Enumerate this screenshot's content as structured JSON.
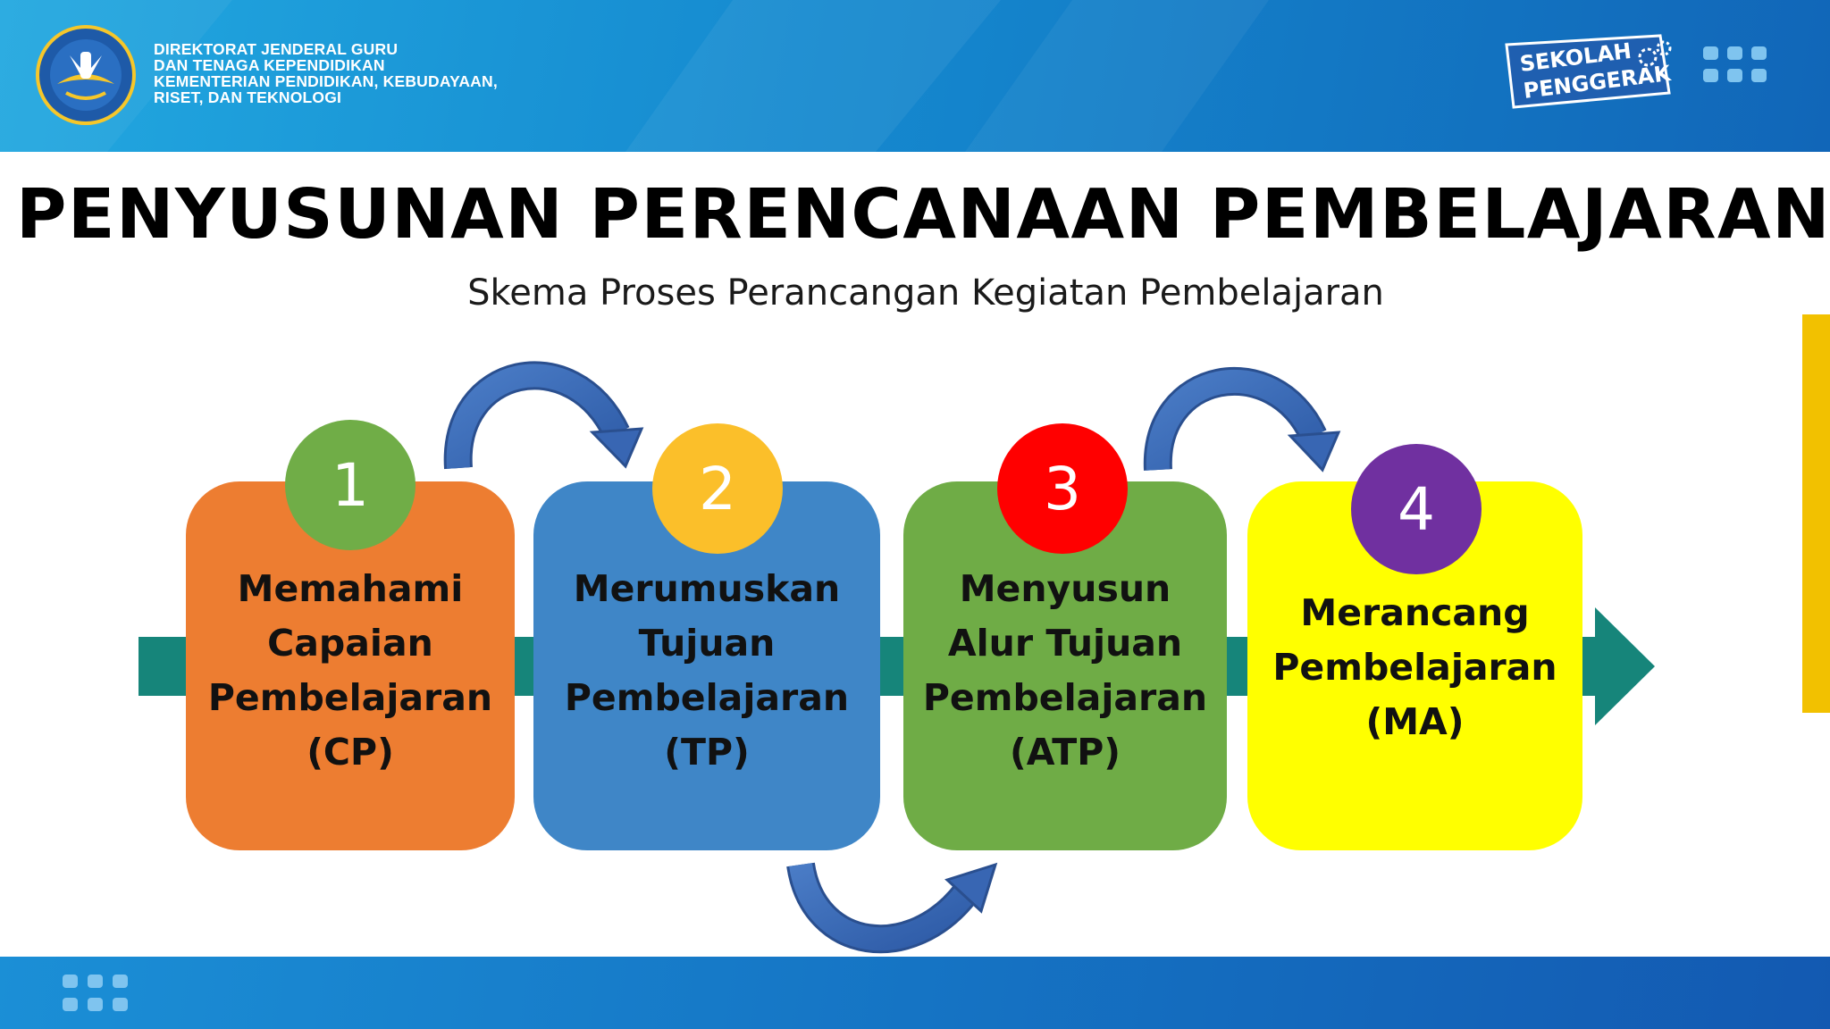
{
  "header": {
    "org_lines": [
      "DIREKTORAT JENDERAL GURU",
      "DAN TENAGA KEPENDIDIKAN",
      "KEMENTERIAN PENDIDIKAN, KEBUDAYAAN,",
      "RISET, DAN TEKNOLOGI"
    ],
    "badge_line1": "SEKOLAH",
    "badge_line2": "PENGGERAK"
  },
  "title": "PENYUSUNAN  PERENCANAAN PEMBELAJARAN",
  "subtitle": "Skema Proses Perancangan Kegiatan Pembelajaran",
  "steps": [
    {
      "number": "1",
      "lines": [
        "Memahami",
        "Capaian",
        "Pembelajaran",
        "(CP)"
      ],
      "box_color": "#ed7d31",
      "circle_color": "#70ad47"
    },
    {
      "number": "2",
      "lines": [
        "Merumuskan",
        "Tujuan",
        "Pembelajaran",
        "(TP)"
      ],
      "box_color": "#3f86c7",
      "circle_color": "#fbbf2a"
    },
    {
      "number": "3",
      "lines": [
        "Menyusun",
        "Alur Tujuan",
        "Pembelajaran",
        "(ATP)"
      ],
      "box_color": "#6fac46",
      "circle_color": "#ff0000"
    },
    {
      "number": "4",
      "lines": [
        "Merancang",
        "Pembelajaran",
        "(MA)"
      ],
      "box_color": "#ffff00",
      "circle_color": "#7030a0"
    }
  ],
  "colors": {
    "header_blue": "#1589cf",
    "arrow_teal": "#16857a",
    "curve_arrow": "#3866b3",
    "accent_yellow": "#f2c100"
  },
  "icons": [
    "tut-wuri-handayani-logo",
    "gear-icon",
    "dots-grid-icon",
    "curved-arrow-icon"
  ]
}
